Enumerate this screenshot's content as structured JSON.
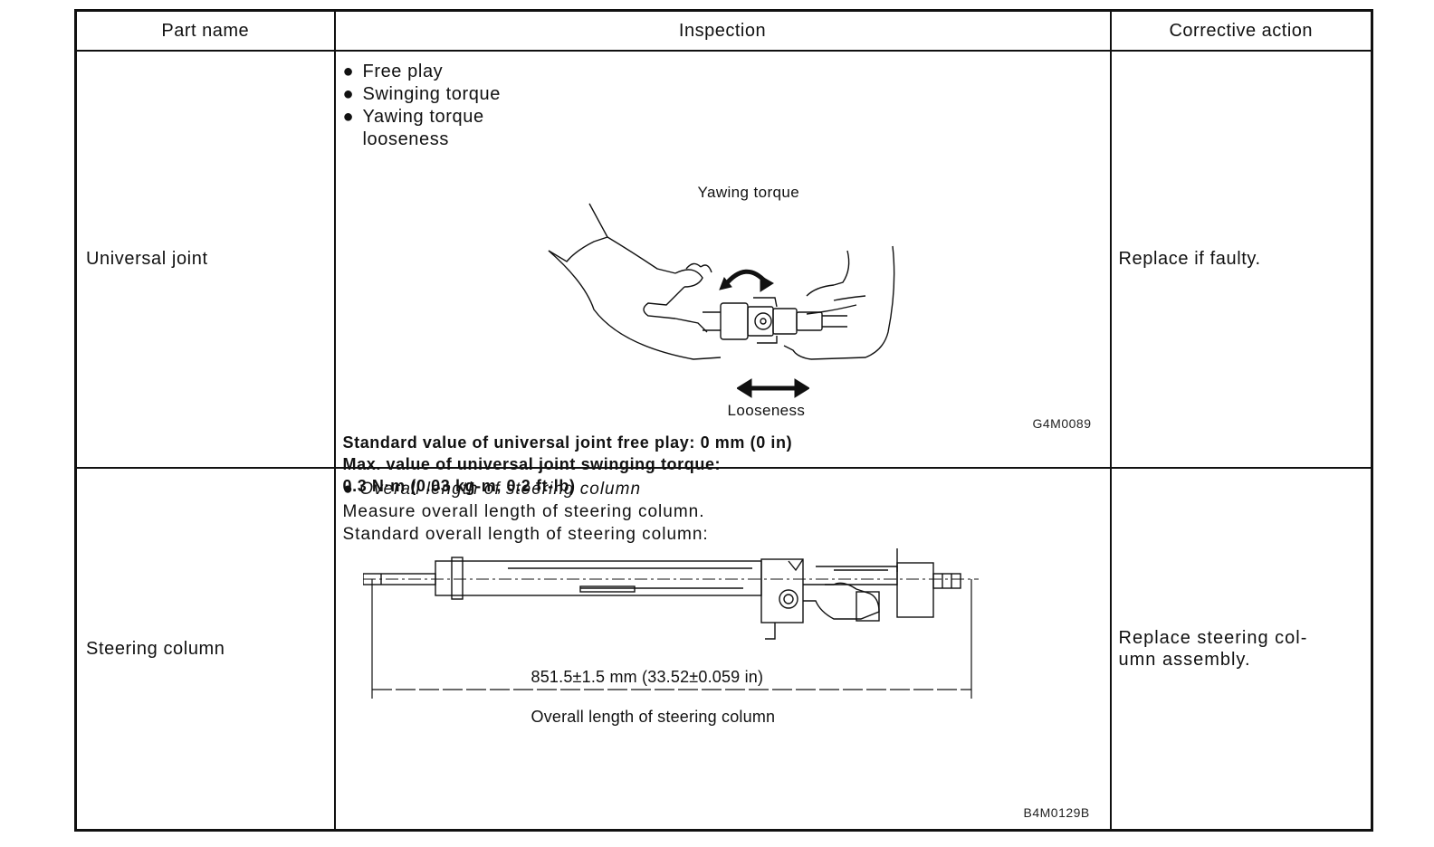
{
  "headers": {
    "part_name": "Part name",
    "inspection": "Inspection",
    "corrective_action": "Corrective action"
  },
  "rows": [
    {
      "part_name": "Universal joint",
      "inspection_items": [
        "Free play",
        "Swinging torque",
        "Yawing torque"
      ],
      "inspection_item_cont": "looseness",
      "figure": {
        "label_top": "Yawing torque",
        "label_bottom": "Looseness",
        "code": "G4M0089"
      },
      "specs": [
        "Standard value of universal joint free play: 0 mm (0 in)",
        "Max. value of universal joint swinging torque:",
        "0.3 N·m (0.03 kg-m, 0.2 ft-lb)"
      ],
      "corrective_action": "Replace if faulty."
    },
    {
      "part_name": "Steering column",
      "inspection_item": "Overall length of steering column",
      "inspection_lines": [
        "Measure overall length of steering column.",
        "Standard overall length of steering column:"
      ],
      "figure": {
        "dimension": "851.5±1.5 mm (33.52±0.059 in)",
        "caption": "Overall length of steering column",
        "code": "B4M0129B"
      },
      "corrective_action_lines": [
        "Replace steering col-",
        "umn assembly."
      ]
    }
  ]
}
